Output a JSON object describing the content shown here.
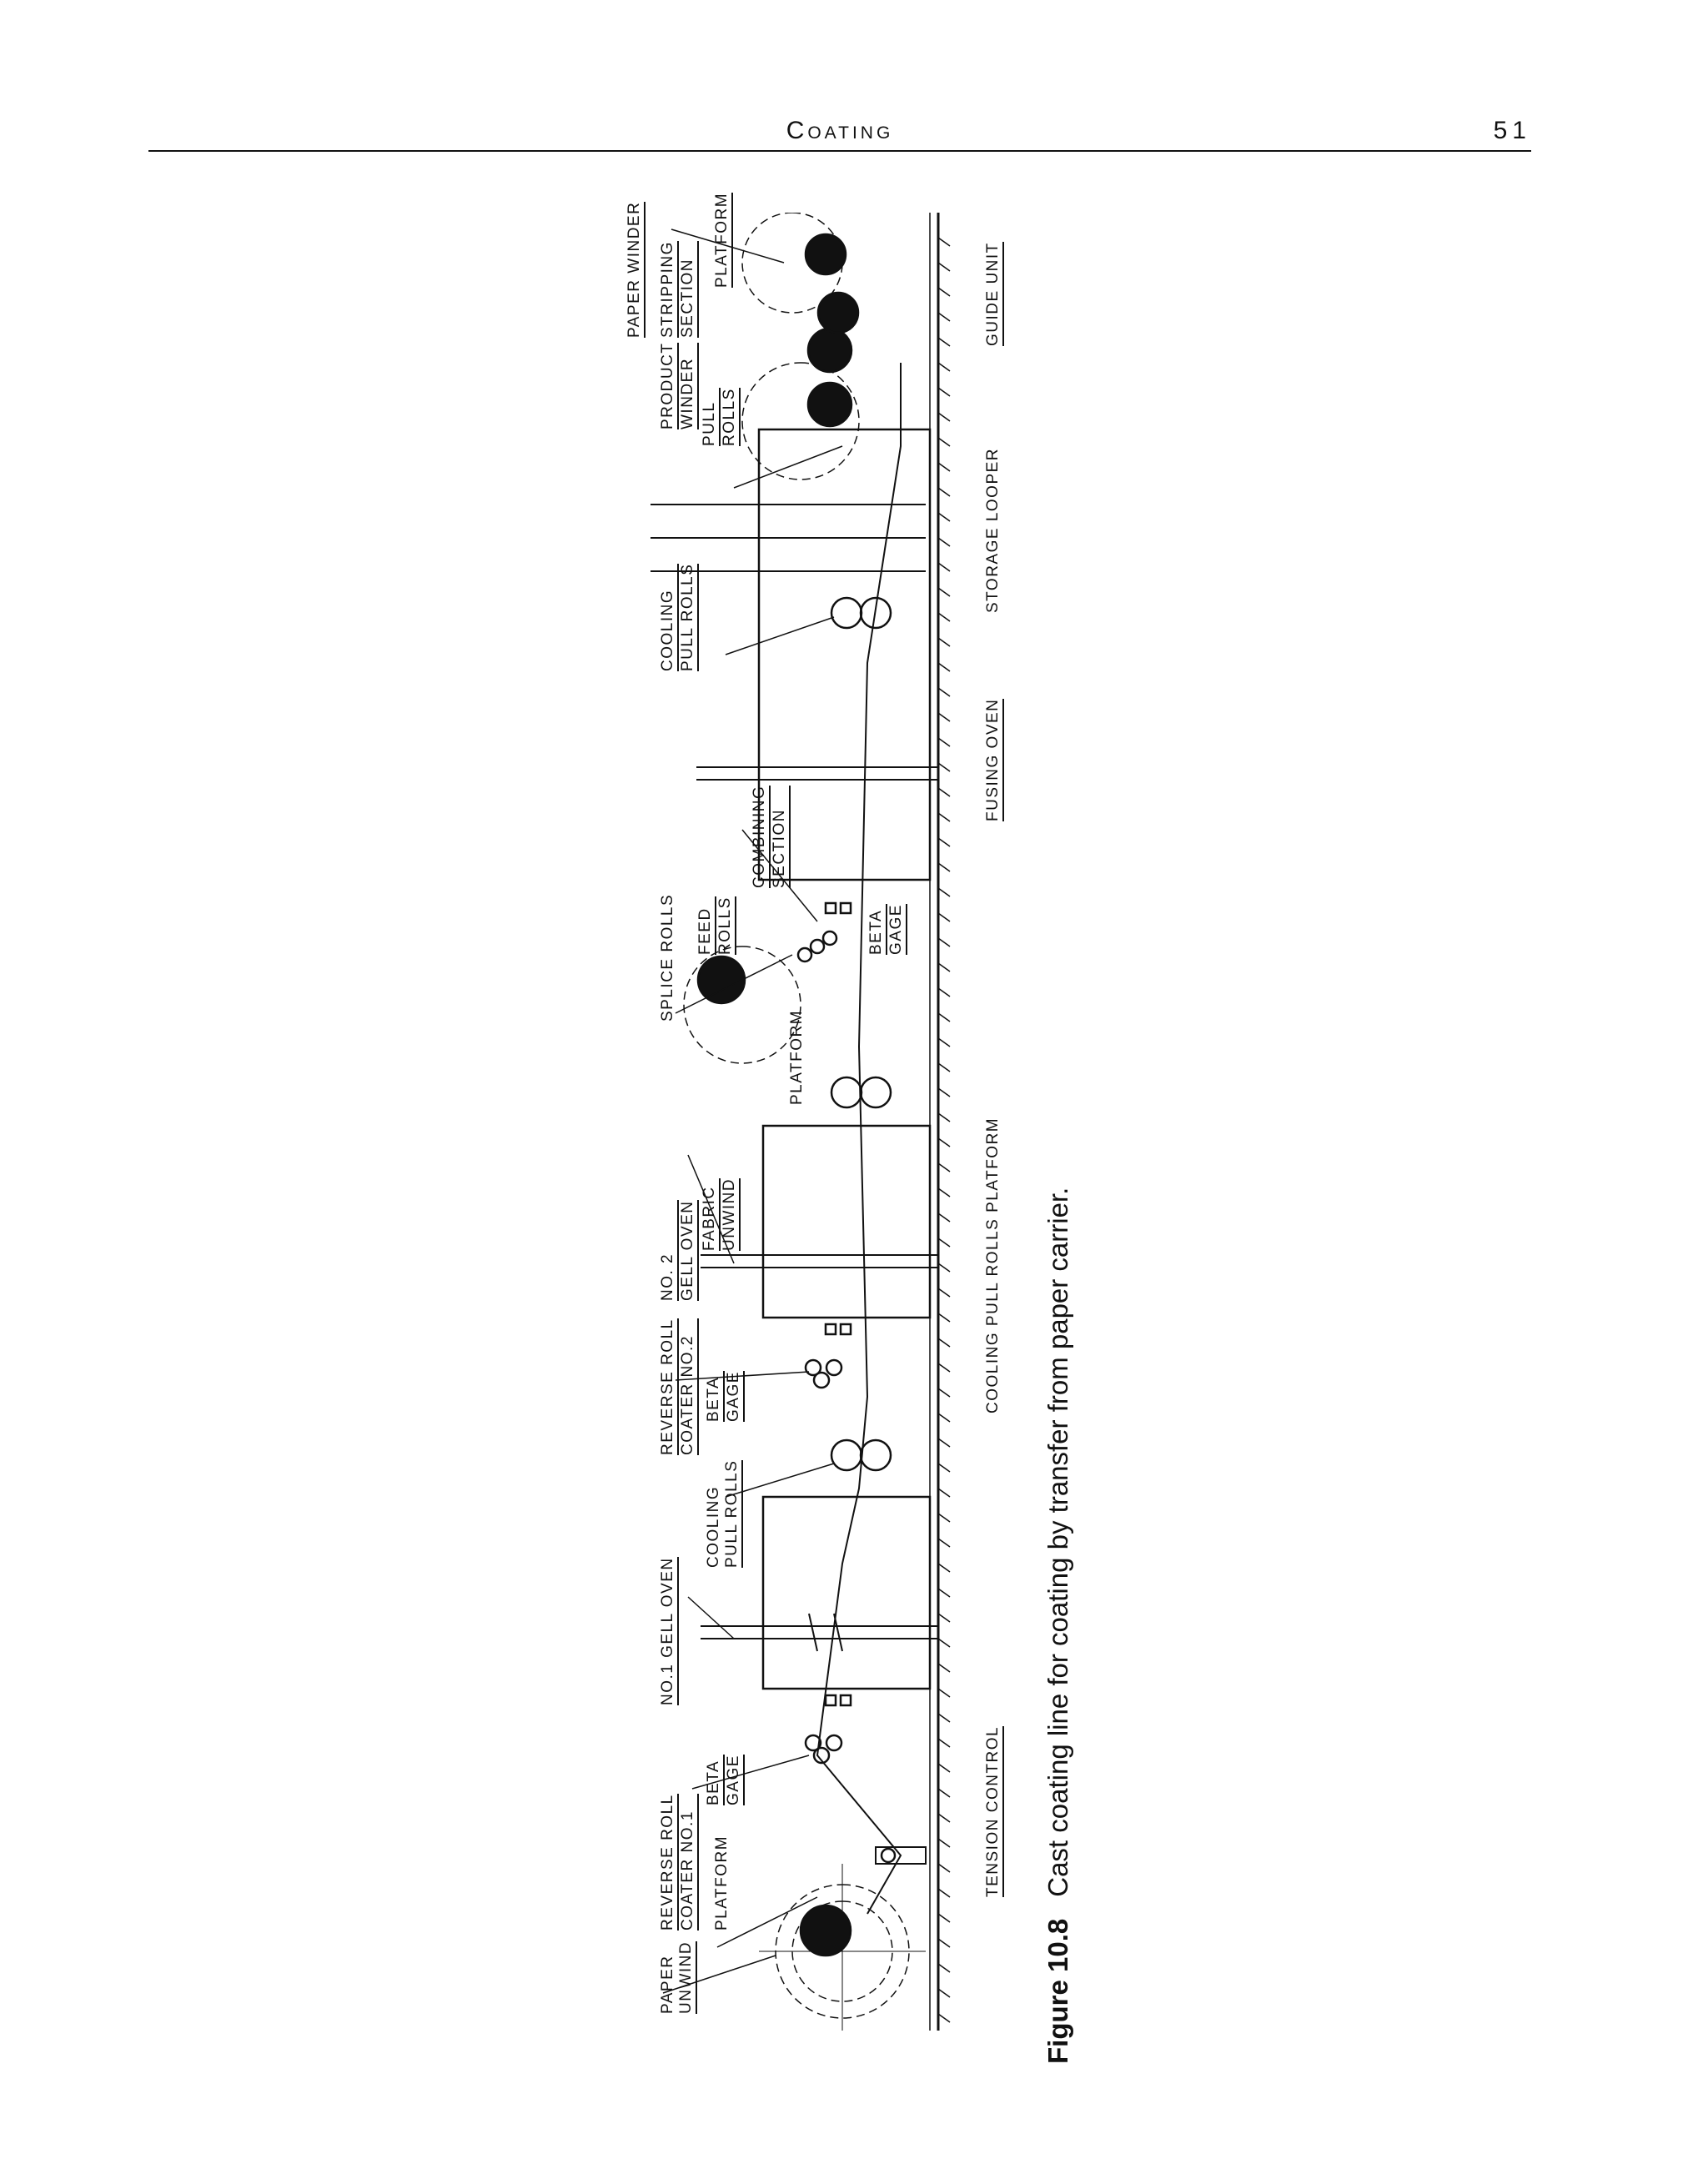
{
  "header": {
    "section_title": "Coating",
    "page_number": "51"
  },
  "figure": {
    "number": "Figure 10.8",
    "caption": "Cast coating line for coating by transfer from paper carrier.",
    "labels": {
      "paper_unwind_1": "PAPER",
      "paper_unwind_2": "UNWIND",
      "reverse_roll_1_a": "REVERSE ROLL",
      "reverse_roll_1_b": "COATER NO.1",
      "platform_left": "PLATFORM",
      "tension_control": "TENSION CONTROL",
      "beta_gage_1_a": "BETA",
      "beta_gage_1_b": "GAGE",
      "gell_oven_1": "NO.1 GELL OVEN",
      "cooling_pull_rolls_1_a": "COOLING",
      "cooling_pull_rolls_1_b": "PULL ROLLS",
      "reverse_roll_2_a": "REVERSE ROLL",
      "reverse_roll_2_b": "COATER NO.2",
      "beta_gage_2_a": "BETA",
      "beta_gage_2_b": "GAGE",
      "gell_oven_2_a": "NO. 2",
      "gell_oven_2_b": "GELL OVEN",
      "fabric_unwind_a": "FABRIC",
      "fabric_unwind_b": "UNWIND",
      "cooling_pull_rolls_platform": "COOLING PULL ROLLS PLATFORM",
      "platform_mid": "PLATFORM",
      "splice_rolls": "SPLICE ROLLS",
      "feed_rolls_a": "FEED",
      "feed_rolls_b": "ROLLS",
      "beta_gage_3_a": "BETA",
      "beta_gage_3_b": "GAGE",
      "combining_a": "COMBINING",
      "combining_b": "SECTION",
      "fusing_oven": "FUSING OVEN",
      "cooling_pull_rolls_3_a": "COOLING",
      "cooling_pull_rolls_3_b": "PULL ROLLS",
      "storage_looper": "STORAGE LOOPER",
      "pull_rolls_a": "PULL",
      "pull_rolls_b": "ROLLS",
      "product_winder_a": "PRODUCT",
      "product_winder_b": "WINDER",
      "stripping_a": "STRIPPING",
      "stripping_b": "SECTION",
      "guide_unit": "GUIDE UNIT",
      "platform_right": "PLATFORM",
      "paper_winder": "PAPER WINDER"
    }
  }
}
